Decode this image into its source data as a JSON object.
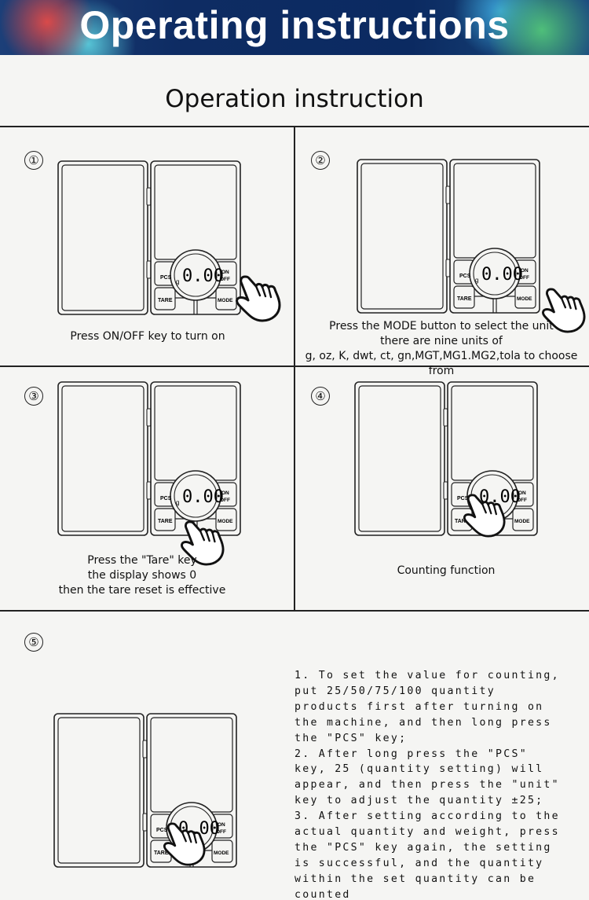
{
  "header": {
    "title": "Operating instructions",
    "subtitle": "Operation instruction"
  },
  "scale_labels": {
    "pcs": "PCS",
    "on": "ON",
    "off": "OFF",
    "tare": "TARE",
    "mode": "MODE",
    "unit": "g",
    "reading": "0.00"
  },
  "steps": [
    {
      "number": "①",
      "caption": [
        "Press ON/OFF key to turn on"
      ]
    },
    {
      "number": "②",
      "caption": [
        "Press the MODE button to select the unit",
        "there are nine units of",
        "g, oz, K, dwt, ct, gn,MGT,MG1.MG2,tola to choose from"
      ]
    },
    {
      "number": "③",
      "caption": [
        "Press the \"Tare\" key",
        "the display shows 0",
        "then the tare reset is effective"
      ]
    },
    {
      "number": "④",
      "caption": [
        "Counting function"
      ]
    },
    {
      "number": "⑤",
      "instructions": [
        "1. To set the value for counting, put 25/50/75/100 quantity products first after turning on the machine, and then long press the \"PCS\" key;",
        "2. After long press the \"PCS\" key, 25 (quantity setting) will appear, and then press the \"unit\" key to adjust the quantity ±25;",
        "3. After setting according to the actual quantity and weight, press the \"PCS\" key again, the setting is successful, and the quantity within the set quantity can be counted"
      ]
    }
  ],
  "icons": {
    "hand": "pointing-hand-icon",
    "step_badge": "circled-number"
  }
}
